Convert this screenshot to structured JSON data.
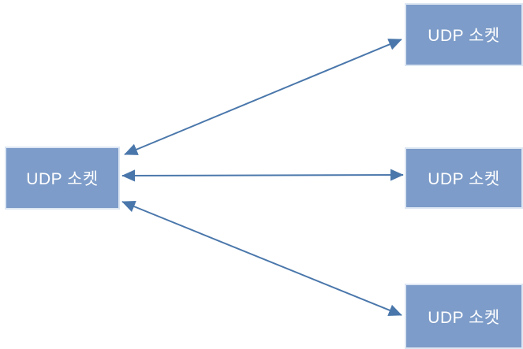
{
  "diagram": {
    "title": "UDP socket one-to-many communication diagram",
    "colors": {
      "background": "#ffffff",
      "box_fill": "#7d9cc9",
      "box_border": "#dce6f3",
      "box_text": "#ffffff",
      "arrow": "#4a77ab"
    },
    "left_box": {
      "label": "UDP 소켓"
    },
    "right_boxes": [
      {
        "label": "UDP 소켓"
      },
      {
        "label": "UDP 소켓"
      },
      {
        "label": "UDP 소켓"
      }
    ],
    "connections": [
      {
        "from": "left-udp-socket",
        "to": "right-udp-socket-top",
        "style": "double-arrow"
      },
      {
        "from": "left-udp-socket",
        "to": "right-udp-socket-middle",
        "style": "double-arrow"
      },
      {
        "from": "left-udp-socket",
        "to": "right-udp-socket-bottom",
        "style": "double-arrow"
      }
    ]
  }
}
